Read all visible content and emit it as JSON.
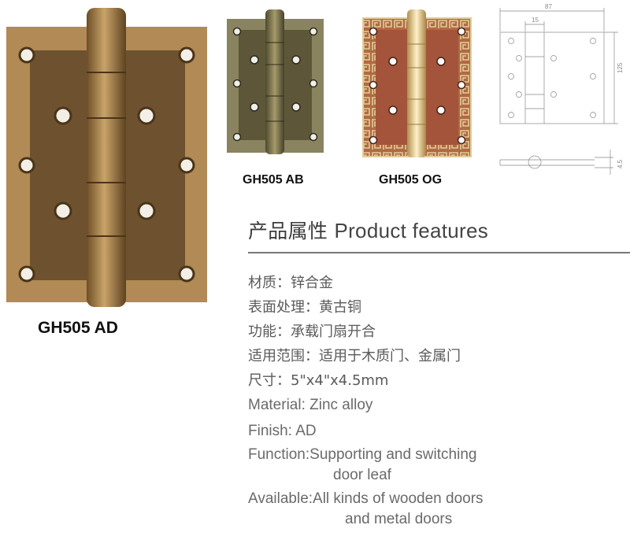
{
  "colors": {
    "ad_leaf": "#7a5a30",
    "ad_border": "#b18a55",
    "ad_knuckle": "#9b7440",
    "ab_leaf": "#6b6443",
    "ab_border": "#8a8360",
    "og_leaf": "#a4583a",
    "og_border": "#e3cc98",
    "og_knuckle": "#e0c587"
  },
  "products": [
    {
      "label": "GH505 AD"
    },
    {
      "label": "GH505 AB"
    },
    {
      "label": "GH505 OG"
    }
  ],
  "drawing": {
    "width": "87",
    "knuckle": "15",
    "height": "125",
    "thickness": "4.5"
  },
  "features": {
    "title_cn": "产品属性",
    "title_en": "Product features",
    "cn": [
      "材质：锌合金",
      "表面处理：黄古铜",
      "功能：承载门扇开合",
      "适用范围：适用于木质门、金属门",
      "尺寸：5\"x4\"x4.5mm"
    ],
    "en": {
      "material": "Material: Zinc alloy",
      "finish": "Finish:  AD",
      "function_1": "Function:Supporting and switching",
      "function_2": "door leaf",
      "available_1": "Available:All kinds of wooden doors",
      "available_2": "and metal doors"
    }
  }
}
